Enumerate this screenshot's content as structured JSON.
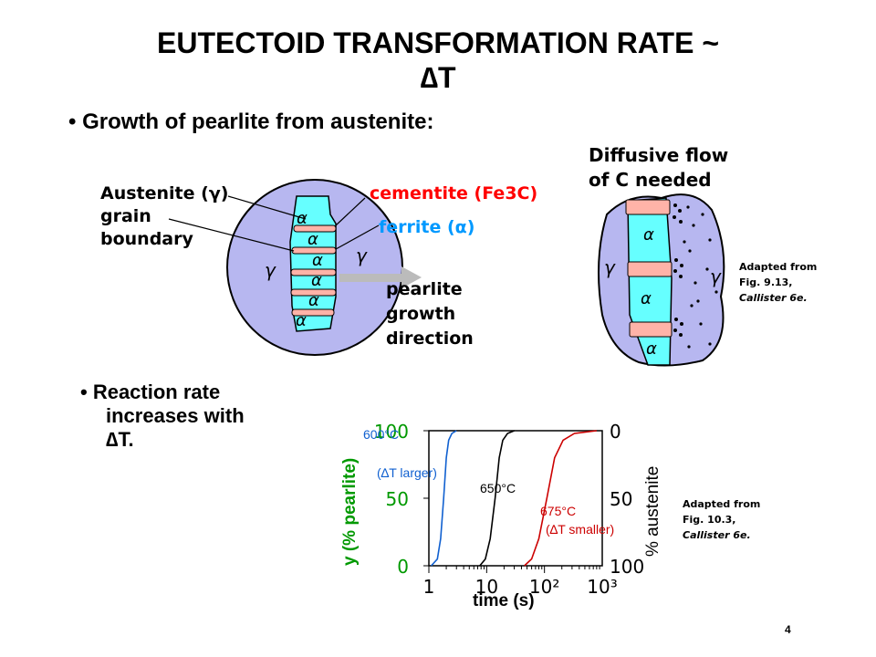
{
  "slide": {
    "title_line1": "EUTECTOID TRANSFORMATION RATE ~",
    "title_line2": "∆T",
    "bullet1": "• Growth of pearlite from austenite:",
    "bullet2_line1": "• Reaction rate",
    "bullet2_line2": "increases with",
    "bullet2_line3": "∆T.",
    "page_number": "4"
  },
  "pearlite_figure": {
    "austenite_label": "Austenite (γ)",
    "grain_label": "grain",
    "boundary_label": "boundary",
    "cementite_label": "cementite (Fe3C)",
    "cementite_color": "#ff0000",
    "ferrite_label": "ferrite (α)",
    "ferrite_color": "#0099ff",
    "pearlite_label": "pearlite",
    "growth_label": "growth",
    "direction_label": "direction",
    "gamma": "γ",
    "alpha": "α"
  },
  "diffusion_figure": {
    "line1": "Diffusive flow",
    "line2": "of C needed",
    "gamma": "γ",
    "alpha": "α"
  },
  "credit1": {
    "line1": "Adapted from",
    "line2": "Fig. 9.13,",
    "line3": "Callister 6e."
  },
  "credit2": {
    "line1": "Adapted from",
    "line2": "Fig. 10.3,",
    "line3": "Callister 6e."
  },
  "chart_data": {
    "type": "line",
    "xlabel": "time (s)",
    "ylabel": "y (% pearlite)",
    "ylabel_right": "% austenite",
    "x_scale": "log",
    "x_ticks": [
      "1",
      "10",
      "10²",
      "10³"
    ],
    "y_ticks_left": [
      "0",
      "50",
      "100"
    ],
    "y_ticks_right": [
      "100",
      "50",
      "0"
    ],
    "xlim": [
      1,
      1000
    ],
    "ylim": [
      0,
      100
    ],
    "series": [
      {
        "name": "600°C",
        "note": "(∆T larger)",
        "color": "#1060d0",
        "x": [
          1.1,
          1.4,
          1.6,
          1.8,
          2.0,
          2.2,
          2.5,
          3.0
        ],
        "y": [
          0,
          5,
          20,
          50,
          80,
          93,
          98,
          100
        ]
      },
      {
        "name": "650°C",
        "note": "",
        "color": "#000000",
        "x": [
          7.6,
          9.5,
          11.5,
          14,
          16.5,
          19,
          23,
          30
        ],
        "y": [
          0,
          5,
          20,
          50,
          80,
          93,
          98,
          100
        ]
      },
      {
        "name": "675°C",
        "note": "(∆T smaller)",
        "color": "#cc0000",
        "x": [
          45,
          60,
          80,
          110,
          150,
          210,
          330,
          800
        ],
        "y": [
          0,
          5,
          20,
          50,
          80,
          93,
          98,
          100
        ]
      }
    ]
  }
}
